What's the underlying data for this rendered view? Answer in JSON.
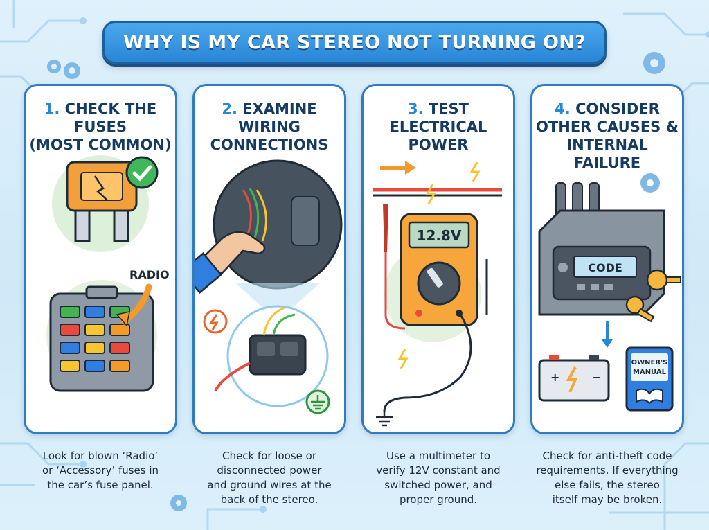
{
  "title": "WHY IS MY CAR STEREO NOT TURNING ON?",
  "steps": [
    {
      "number": "1.",
      "heading_lines": [
        "CHECK THE",
        "FUSES",
        "(MOST COMMON)"
      ],
      "art_label": "RADIO",
      "caption_lines": [
        "Look for blown ‘Radio’",
        "or ‘Accessory’ fuses in",
        "the car’s fuse panel."
      ]
    },
    {
      "number": "2.",
      "heading_lines": [
        "EXAMINE",
        "WIRING",
        "CONNECTIONS"
      ],
      "caption_lines": [
        "Check for loose or",
        "disconnected power",
        "and ground wires at the",
        "back of the stereo."
      ]
    },
    {
      "number": "3.",
      "heading_lines": [
        "TEST",
        "ELECTRICAL",
        "POWER"
      ],
      "art_label": "12.8V",
      "caption_lines": [
        "Use a multimeter to",
        "verify 12V constant and",
        "switched power, and",
        "proper ground."
      ]
    },
    {
      "number": "4.",
      "heading_lines": [
        "CONSIDER",
        "OTHER CAUSES &",
        "INTERNAL FAILURE"
      ],
      "art_label": "CODE",
      "art_label_2_lines": [
        "OWNER'S",
        "MANUAL"
      ],
      "caption_lines": [
        "Check for anti-theft code",
        "requirements. If everything",
        "else fails, the stereo",
        "itself may be broken."
      ]
    }
  ],
  "icons": [
    "gear-icon",
    "check-icon",
    "fuse-icon",
    "fuse-box-icon",
    "hand-icon",
    "connector-icon",
    "lightning-icon",
    "ground-icon",
    "multimeter-icon",
    "arrow-icon",
    "stereo-unit-icon",
    "key-icon",
    "battery-icon",
    "manual-book-icon"
  ],
  "colors": {
    "accent": "#2a86d6",
    "heading": "#163b63",
    "panel_border": "#2f7bc4",
    "background": "#d6eefa"
  }
}
